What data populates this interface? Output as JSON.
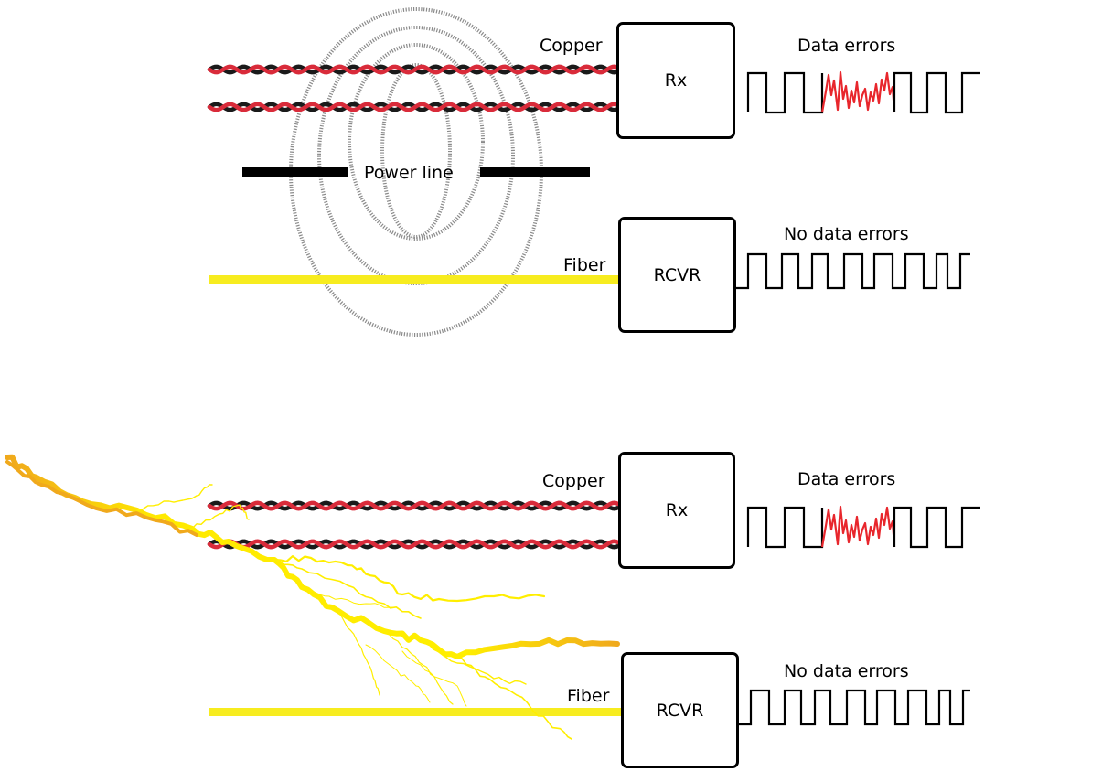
{
  "diagram": {
    "top_panel": {
      "copper_label": "Copper",
      "fiber_label": "Fiber",
      "power_line_label": "Power line",
      "rx_box_label": "Rx",
      "rcvr_box_label": "RCVR",
      "copper_signal_label": "Data errors",
      "fiber_signal_label": "No data errors"
    },
    "bottom_panel": {
      "copper_label": "Copper",
      "fiber_label": "Fiber",
      "rx_box_label": "Rx",
      "rcvr_box_label": "RCVR",
      "copper_signal_label": "Data errors",
      "fiber_signal_label": "No data errors"
    }
  },
  "colors": {
    "copper_red": "#d92b3a",
    "copper_black": "#1a1a1a",
    "fiber_yellow": "#f7ec1f",
    "error_signal": "#e8262c",
    "lightning_yellow": "#ffee00",
    "lightning_orange": "#f0a91c",
    "field_gray": "#8a8a8a"
  },
  "icons": {
    "interference_source": "power-line-magnetic-field",
    "interference_source_2": "lightning-bolt"
  }
}
